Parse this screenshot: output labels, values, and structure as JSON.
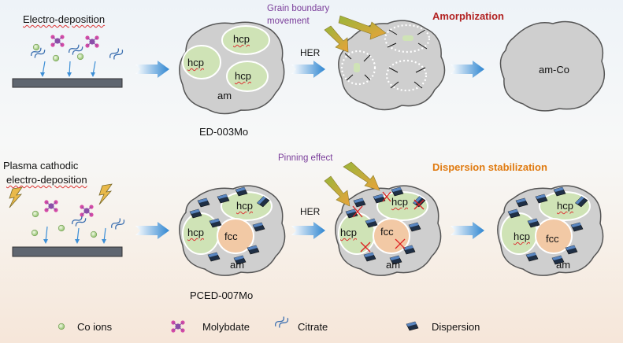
{
  "top_row": {
    "method": "Electro-deposition",
    "grain_label": "Grain boundary movement",
    "grain_line1": "Grain boundary",
    "grain_line2": "movement",
    "process": "HER",
    "result_title": "Amorphization",
    "grain_phase": "hcp",
    "matrix_phase": "am",
    "final_phase": "am-Co",
    "sample": "ED-003Mo"
  },
  "bottom_row": {
    "method_line1": "Plasma cathodic",
    "method_line2": "electro-deposition",
    "pin_label": "Pinning effect",
    "process": "HER",
    "result_title": "Dispersion stabilization",
    "hcp_phase": "hcp",
    "fcc_phase": "fcc",
    "matrix_phase": "am",
    "sample": "PCED-007Mo"
  },
  "legend": {
    "co_ions": "Co ions",
    "molybdate": "Molybdate",
    "citrate": "Citrate",
    "dispersion": "Dispersion"
  },
  "colors": {
    "grain_green": "#cfe3b6",
    "fcc_peach": "#f2c9a5",
    "matrix_gray": "#cfcfcf",
    "blob_border": "#555555",
    "arrow_blue": "#3d8fd6",
    "callout_arrow": "#e8a33a",
    "amorphization_red": "#b22222",
    "dispersion_orange": "#e07a10",
    "pinning_purple": "#7a3d9a"
  }
}
